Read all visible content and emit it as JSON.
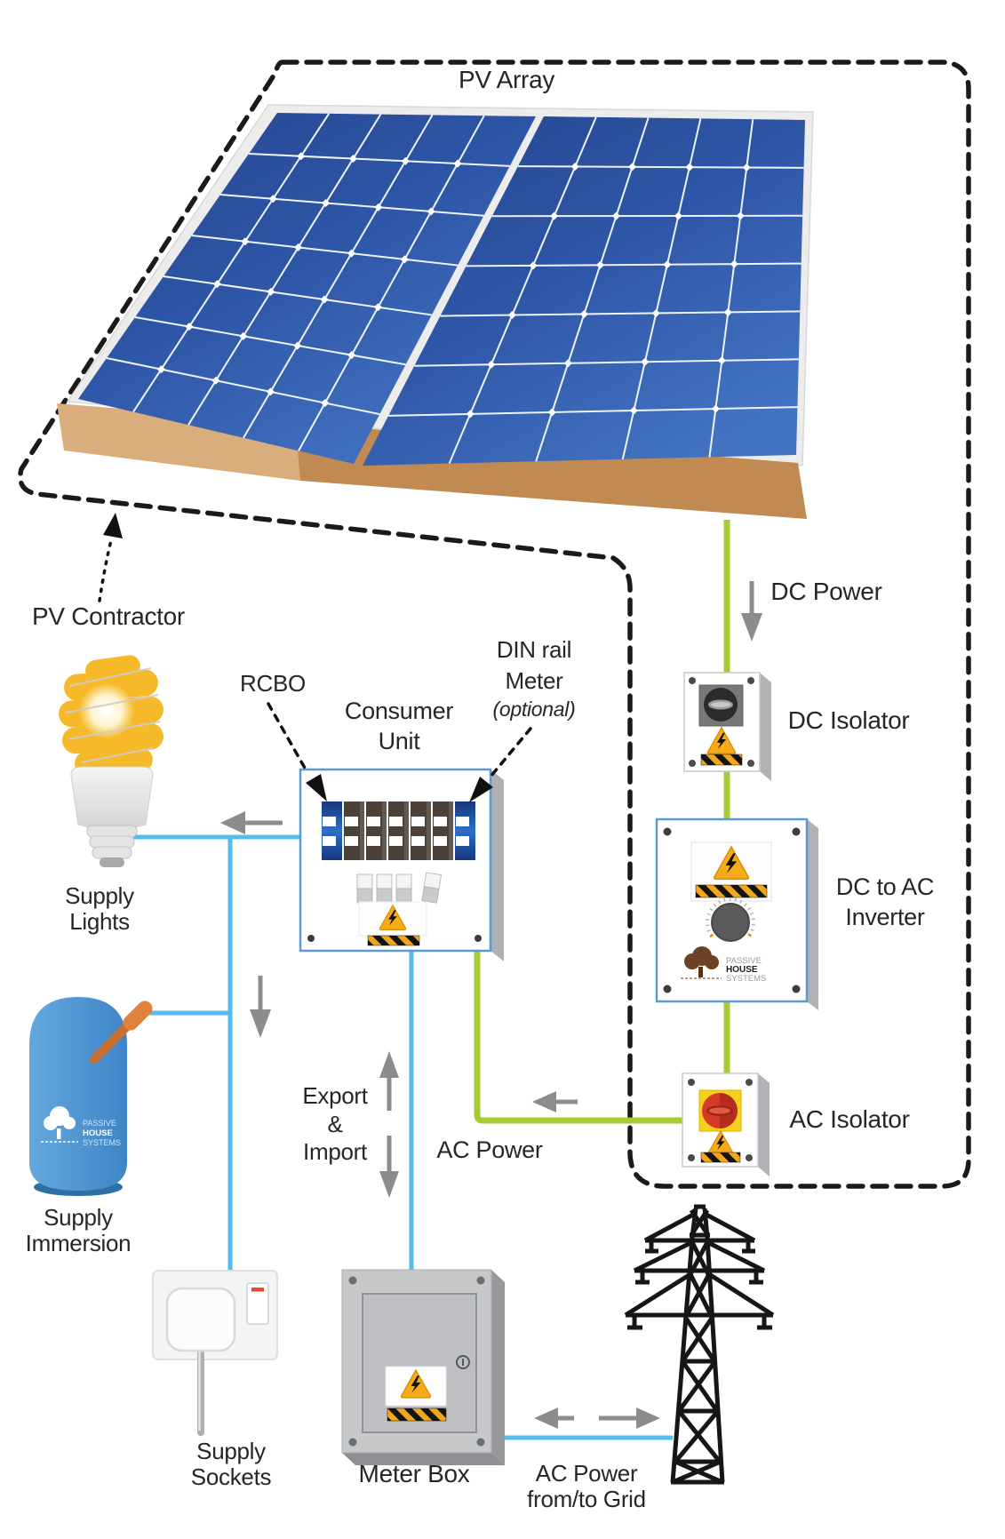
{
  "diagram": {
    "type": "solar-pv-system-schematic",
    "region_labels": {
      "pv_array": "PV Array",
      "pv_contractor": "PV Contractor"
    },
    "component_labels": {
      "rcbo": "RCBO",
      "consumer_unit": "Consumer\nUnit",
      "din_rail_meter": "DIN rail\nMeter",
      "din_rail_meter_note": "(optional)",
      "dc_isolator": "DC Isolator",
      "dc_to_ac_inverter": "DC to AC\nInverter",
      "ac_isolator": "AC Isolator",
      "meter_box": "Meter Box"
    },
    "flow_labels": {
      "dc_power": "DC Power",
      "ac_power": "AC Power",
      "export_import": "Export\n&\nImport",
      "ac_power_grid": "AC Power\nfrom/to Grid"
    },
    "load_labels": {
      "supply_lights": "Supply\nLights",
      "supply_immersion": "Supply\nImmersion",
      "supply_sockets": "Supply\nSockets"
    },
    "brand": [
      "PASSIVE",
      "HOUSE",
      "SYSTEMS"
    ],
    "colors": {
      "dc_ac_wire_green": "#a7cb37",
      "supply_wire_blue": "#56bcee",
      "panel_blue": "#2e55a6",
      "panel_base_brown": "#c08a52",
      "warning_yellow": "#f7ab1b",
      "arrow_gray": "#8c8c8c",
      "ac_isolator_knob_red": "#d53a28",
      "breaker_blue": "#2e6fc6",
      "breaker_brown": "#4b4139",
      "inverter_border_blue": "#5b9bd5",
      "tank_blue": "#4792cf",
      "boundary_dash_black": "#1a1a1a"
    },
    "icons": {
      "pv-array-icon": "two tilted solar panels on wooden base",
      "cfl-bulb-icon": "glowing spiral CFL light bulb",
      "immersion-tank-icon": "blue hot water cylinder with thermometer",
      "wall-socket-icon": "wall socket with plug and cable",
      "consumer-unit-icon": "breaker board with RCBO and DIN rail meter",
      "dc-isolator-icon": "switch box with black rotary isolator",
      "inverter-icon": "inverter box with dial and warning label",
      "ac-isolator-icon": "switch box with red rotary isolator on yellow pad",
      "meter-box-icon": "grey electricity meter cabinet",
      "grid-pylon-icon": "electricity transmission tower",
      "warning-triangle-icon": "yellow triangle with lightning bolt",
      "hazard-stripes-icon": "black and yellow hazard tape"
    }
  }
}
